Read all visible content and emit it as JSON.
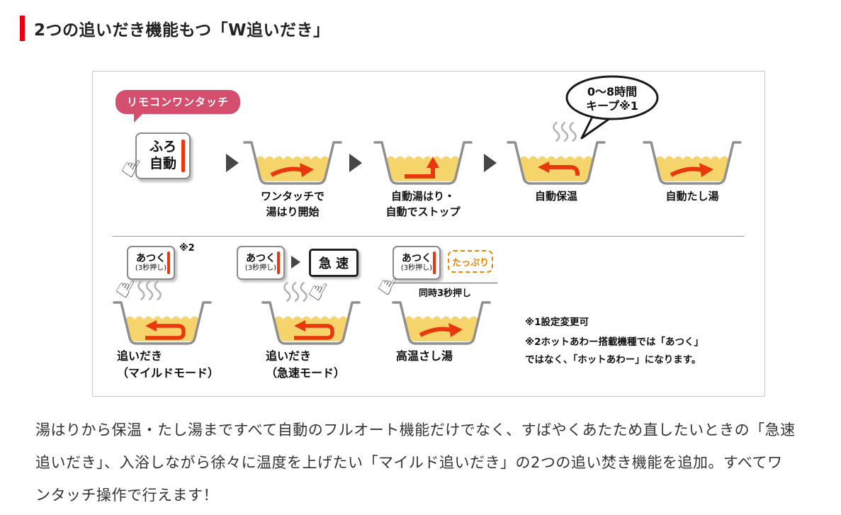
{
  "heading": {
    "title": "2つの追いだき機能もつ「W追いだき」"
  },
  "icons": {
    "hand": "☝",
    "step_arrow": "right-triangle"
  },
  "diagram": {
    "remote_badge": "リモコンワンタッチ",
    "furo_button": "ふろ\n自動",
    "top_steps": [
      "ワンタッチで\n湯はり開始",
      "自動湯はり・\n自動でストップ",
      "自動保温",
      "自動たし湯"
    ],
    "bubble": {
      "line1": "0〜8時間",
      "line2": "キープ※1"
    },
    "modes": [
      {
        "button_main": "あつく",
        "button_sub": "(3秒押し)",
        "ref": "※2",
        "caption": "追いだき\n（マイルドモード）"
      },
      {
        "button_main": "あつく",
        "button_sub": "(3秒押し)",
        "quick_label": "急 速",
        "caption": "追いだき\n（急速モード）"
      },
      {
        "button_main": "あつく",
        "button_sub": "(3秒押し)",
        "tappuri_label": "たっぷり",
        "press_label": "同時3秒押し",
        "caption": "高温さし湯"
      }
    ],
    "notes": [
      "※1設定変更可",
      "※2ホットあわー搭載機種では「あつく」\nではなく、「ホットあわー」になります。"
    ]
  },
  "body": {
    "paragraph": "湯はりから保温・たし湯まですべて自動のフルオート機能だけでなく、すばやくあたため直したいときの「急速追いだき」、入浴しながら徐々に温度を上げたい「マイルド追いだき」の2つの追い焚き機能を追加。すべてワンタッチ操作で行えます！"
  },
  "colors": {
    "accent_red": "#e60012",
    "badge_pink": "#d34f6d",
    "water_yellow": "#f6d46c",
    "arrow_red": "#e8380d",
    "quick_border": "#222222",
    "tappuri_orange": "#f08300"
  }
}
